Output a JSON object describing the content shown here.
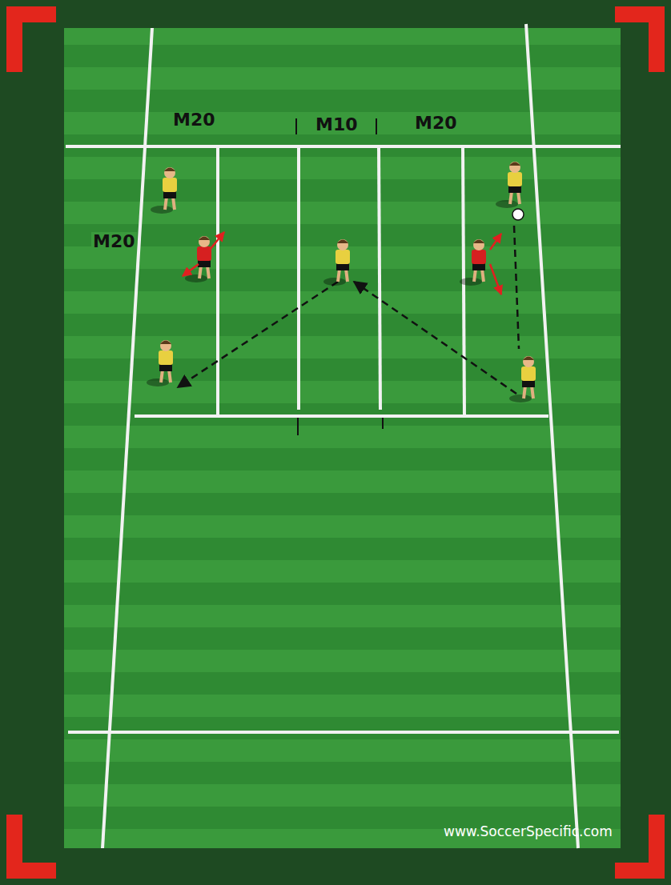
{
  "diagram": {
    "labels": [
      "M20",
      "M10",
      "M20",
      "M20",
      "www.SoccerSpecific.com"
    ]
  }
}
